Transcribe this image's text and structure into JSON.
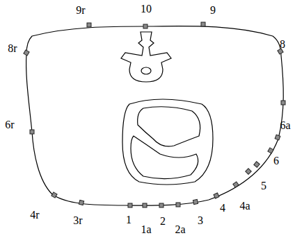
{
  "diagram": {
    "labels": [
      "9r",
      "10",
      "9",
      "8r",
      "8",
      "6a",
      "6r",
      "6",
      "5",
      "4r",
      "4a",
      "3r",
      "4",
      "1",
      "1a",
      "2",
      "2a",
      "3"
    ]
  }
}
